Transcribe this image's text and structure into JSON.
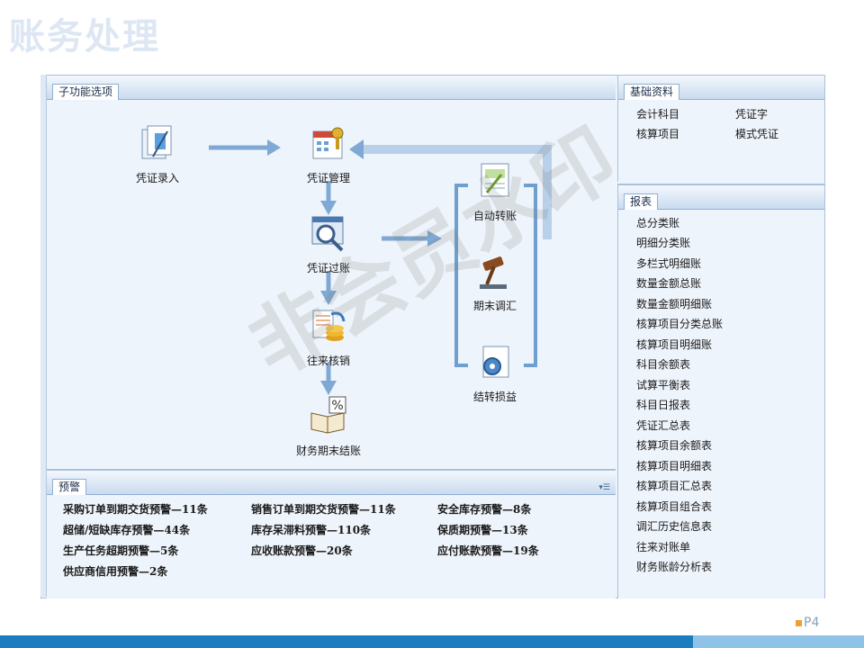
{
  "slide": {
    "title": "账务处理",
    "page_number": "P4"
  },
  "watermark": "非会员水印",
  "main_panel": {
    "tab": "子功能选项",
    "nodes": {
      "voucher_entry": "凭证录入",
      "voucher_manage": "凭证管理",
      "voucher_post": "凭证过账",
      "current_writeoff": "往来核销",
      "period_close": "财务期末结账",
      "auto_transfer": "自动转账",
      "period_adjust": "期末调汇",
      "profit_transfer": "结转损益"
    }
  },
  "warnings": {
    "tab": "预警",
    "items": [
      "采购订单到期交货预警—11条",
      "销售订单到期交货预警—11条",
      "安全库存预警—8条",
      "超储/短缺库存预警—44条",
      "库存呆滞料预警—110条",
      "保质期预警—13条",
      "生产任务超期预警—5条",
      "应收账款预警—20条",
      "应付账款预警—19条",
      "供应商信用预警—2条"
    ]
  },
  "basic_info": {
    "tab": "基础资料",
    "items": [
      "会计科目",
      "凭证字",
      "核算项目",
      "模式凭证"
    ]
  },
  "reports": {
    "tab": "报表",
    "items": [
      "总分类账",
      "明细分类账",
      "多栏式明细账",
      "数量金额总账",
      "数量金额明细账",
      "核算项目分类总账",
      "核算项目明细账",
      "科目余额表",
      "试算平衡表",
      "科目日报表",
      "凭证汇总表",
      "核算项目余额表",
      "核算项目明细表",
      "核算项目汇总表",
      "核算项目组合表",
      "调汇历史信息表",
      "往来对账单",
      "财务账龄分析表"
    ]
  },
  "colors": {
    "arrow": "#7fa9d4",
    "bracket": "#6f9fcf",
    "footer": "#1b7cc0"
  }
}
